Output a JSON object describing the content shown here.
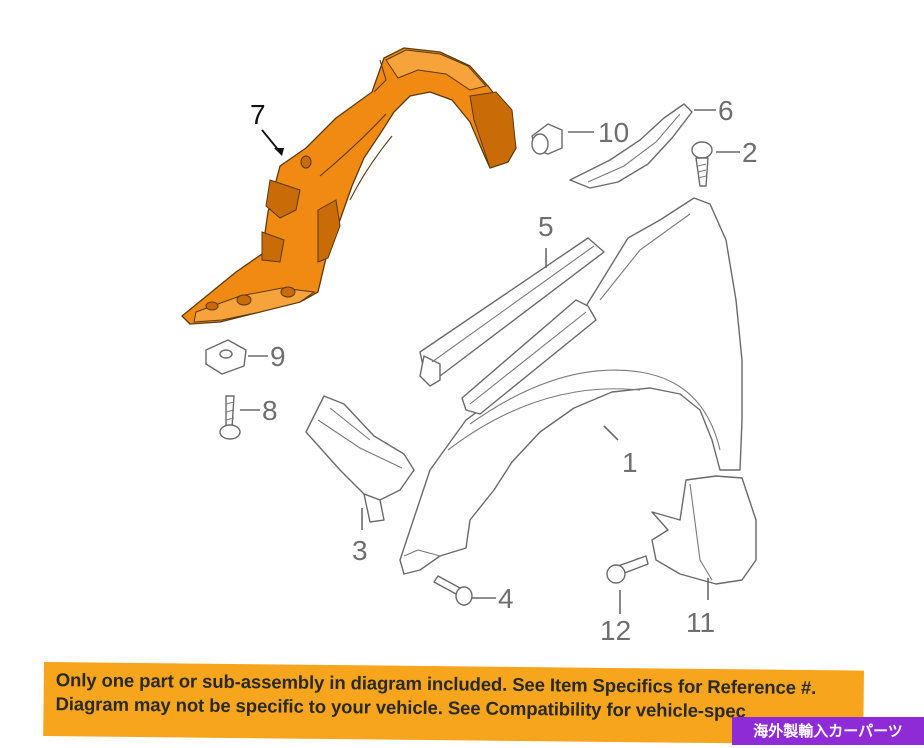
{
  "diagram": {
    "highlighted_part": "7",
    "callouts": {
      "c1": "1",
      "c2": "2",
      "c3": "3",
      "c4": "4",
      "c5": "5",
      "c6": "6",
      "c7": "7",
      "c8": "8",
      "c9": "9",
      "c10": "10",
      "c11": "11",
      "c12": "12"
    }
  },
  "disclaimer": {
    "line1": "Only one part or sub-assembly in diagram included. See Item Specifics for Reference #.",
    "line2": "Diagram may not be specific to your vehicle. See Compatibility for vehicle-spec"
  },
  "badge": {
    "text": "海外製輸入カーパーツ"
  },
  "colors": {
    "highlight": "#f08a12",
    "banner": "#f7a51c",
    "badge": "#8e2bd6",
    "line_art": "#6a6a6a"
  }
}
